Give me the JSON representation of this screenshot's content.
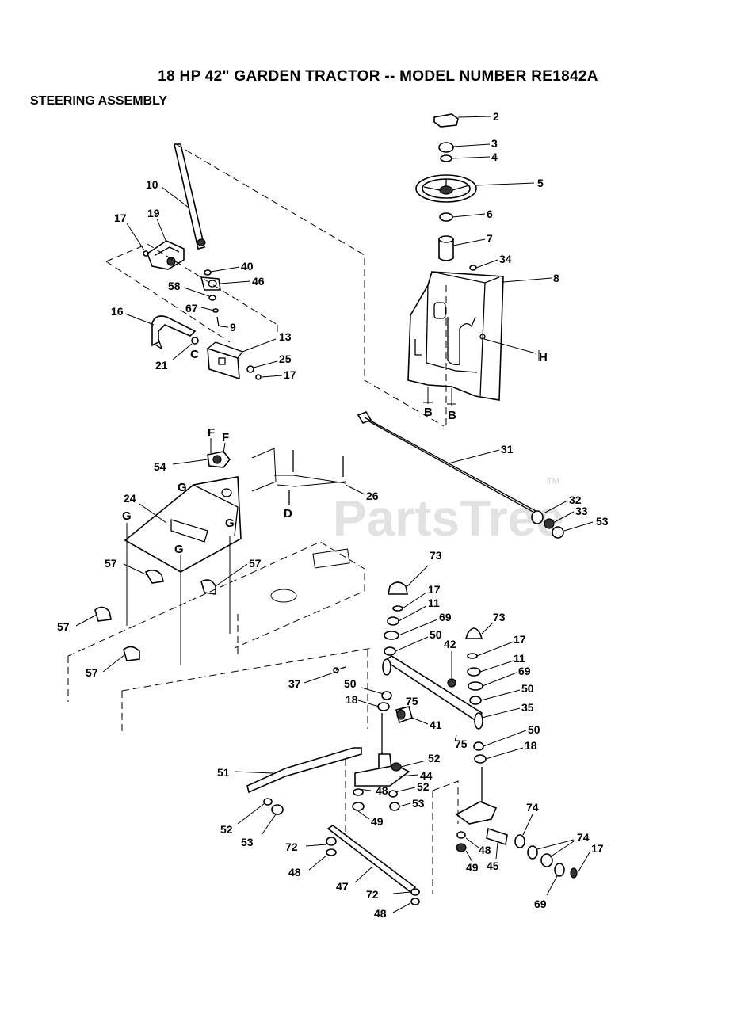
{
  "header": {
    "title": "18 HP 42\" GARDEN TRACTOR -- MODEL NUMBER RE1842A",
    "subtitle": "STEERING ASSEMBLY"
  },
  "watermark": {
    "text": "PartsTree",
    "mark": "TM"
  },
  "callouts": [
    {
      "id": "c2",
      "text": "2"
    },
    {
      "id": "c3",
      "text": "3"
    },
    {
      "id": "c4",
      "text": "4"
    },
    {
      "id": "c5",
      "text": "5"
    },
    {
      "id": "c6",
      "text": "6"
    },
    {
      "id": "c7",
      "text": "7"
    },
    {
      "id": "c34",
      "text": "34"
    },
    {
      "id": "c8",
      "text": "8"
    },
    {
      "id": "c10",
      "text": "10"
    },
    {
      "id": "c19",
      "text": "19"
    },
    {
      "id": "c17a",
      "text": "17"
    },
    {
      "id": "c40",
      "text": "40"
    },
    {
      "id": "c46",
      "text": "46"
    },
    {
      "id": "c58",
      "text": "58"
    },
    {
      "id": "c67",
      "text": "67"
    },
    {
      "id": "c9",
      "text": "9"
    },
    {
      "id": "c16",
      "text": "16"
    },
    {
      "id": "c13",
      "text": "13"
    },
    {
      "id": "c25",
      "text": "25"
    },
    {
      "id": "c17b",
      "text": "17"
    },
    {
      "id": "c21",
      "text": "21"
    },
    {
      "id": "c31",
      "text": "31"
    },
    {
      "id": "c32",
      "text": "32"
    },
    {
      "id": "c33",
      "text": "33"
    },
    {
      "id": "c53a",
      "text": "53"
    },
    {
      "id": "c54",
      "text": "54"
    },
    {
      "id": "c24",
      "text": "24"
    },
    {
      "id": "c26",
      "text": "26"
    },
    {
      "id": "c57a",
      "text": "57"
    },
    {
      "id": "c57b",
      "text": "57"
    },
    {
      "id": "c57c",
      "text": "57"
    },
    {
      "id": "c57d",
      "text": "57"
    },
    {
      "id": "c73a",
      "text": "73"
    },
    {
      "id": "c17c",
      "text": "17"
    },
    {
      "id": "c11a",
      "text": "11"
    },
    {
      "id": "c69a",
      "text": "69"
    },
    {
      "id": "c50a",
      "text": "50"
    },
    {
      "id": "c73b",
      "text": "73"
    },
    {
      "id": "c17d",
      "text": "17"
    },
    {
      "id": "c42",
      "text": "42"
    },
    {
      "id": "c11b",
      "text": "11"
    },
    {
      "id": "c69b",
      "text": "69"
    },
    {
      "id": "c50b",
      "text": "50"
    },
    {
      "id": "c37",
      "text": "37"
    },
    {
      "id": "c50c",
      "text": "50"
    },
    {
      "id": "c18a",
      "text": "18"
    },
    {
      "id": "c75a",
      "text": "75"
    },
    {
      "id": "c41",
      "text": "41"
    },
    {
      "id": "c35",
      "text": "35"
    },
    {
      "id": "c50d",
      "text": "50"
    },
    {
      "id": "c75b",
      "text": "75"
    },
    {
      "id": "c18b",
      "text": "18"
    },
    {
      "id": "c51",
      "text": "51"
    },
    {
      "id": "c52a",
      "text": "52"
    },
    {
      "id": "c44",
      "text": "44"
    },
    {
      "id": "c48a",
      "text": "48"
    },
    {
      "id": "c52b",
      "text": "52"
    },
    {
      "id": "c53b",
      "text": "53"
    },
    {
      "id": "c49a",
      "text": "49"
    },
    {
      "id": "c52c",
      "text": "52"
    },
    {
      "id": "c53c",
      "text": "53"
    },
    {
      "id": "c72a",
      "text": "72"
    },
    {
      "id": "c48b",
      "text": "48"
    },
    {
      "id": "c47",
      "text": "47"
    },
    {
      "id": "c72b",
      "text": "72"
    },
    {
      "id": "c48c",
      "text": "48"
    },
    {
      "id": "c74a",
      "text": "74"
    },
    {
      "id": "c74b",
      "text": "74"
    },
    {
      "id": "c17e",
      "text": "17"
    },
    {
      "id": "c48d",
      "text": "48"
    },
    {
      "id": "c49b",
      "text": "49"
    },
    {
      "id": "c45",
      "text": "45"
    },
    {
      "id": "c69c",
      "text": "69"
    }
  ],
  "reference_letters": [
    {
      "id": "rC",
      "text": "C"
    },
    {
      "id": "rH",
      "text": "H"
    },
    {
      "id": "rB1",
      "text": "B"
    },
    {
      "id": "rB2",
      "text": "B"
    },
    {
      "id": "rF1",
      "text": "F"
    },
    {
      "id": "rF2",
      "text": "F"
    },
    {
      "id": "rG1",
      "text": "G"
    },
    {
      "id": "rG2",
      "text": "G"
    },
    {
      "id": "rG3",
      "text": "G"
    },
    {
      "id": "rG4",
      "text": "G"
    },
    {
      "id": "rD",
      "text": "D"
    }
  ]
}
